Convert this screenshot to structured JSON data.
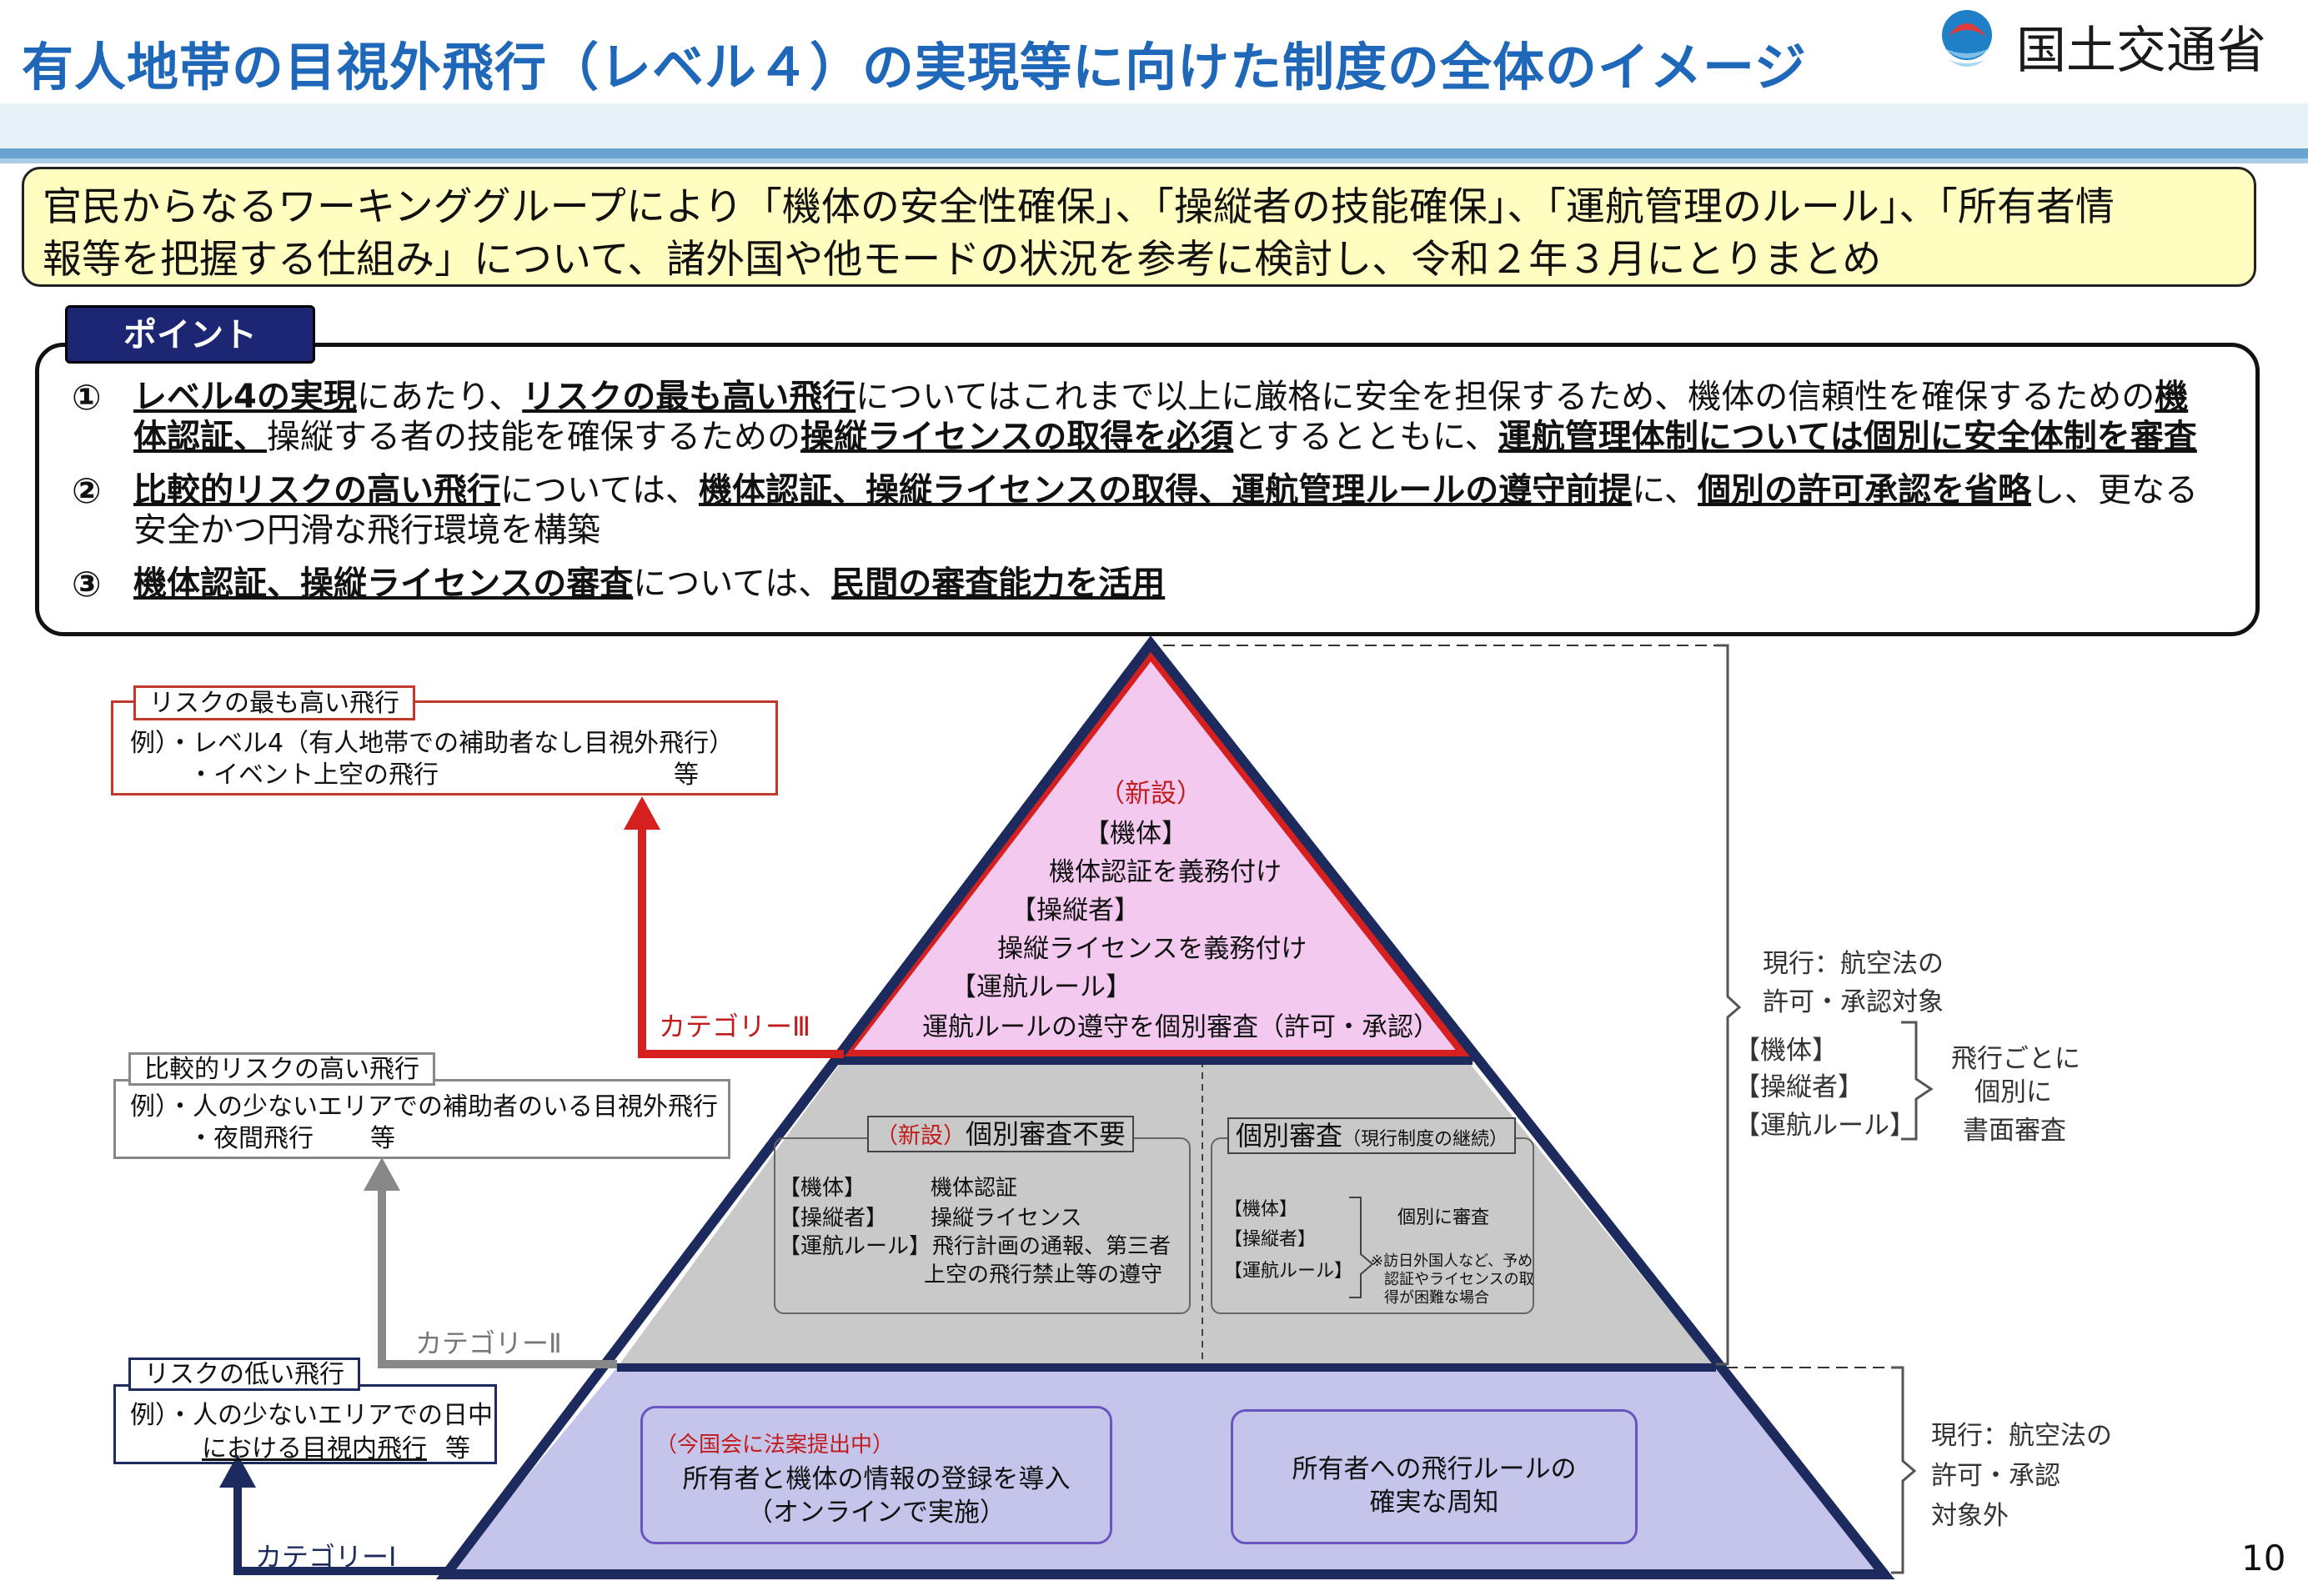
{
  "header": {
    "title": "有人地帯の目視外飛行（レベル４）の実現等に向けた制度の全体のイメージ",
    "logo_text": "国土交通省",
    "logo_icon": "mlit-logo-icon"
  },
  "summary": {
    "line1": "官民からなるワーキンググループにより「機体の安全性確保」、「操縦者の技能確保」、「運航管理のルール」、「所有者情",
    "line2": "報等を把握する仕組み」について、諸外国や他モードの状況を参考に検討し、令和２年３月にとりまとめ"
  },
  "points": {
    "tab_label": "ポイント",
    "items": [
      {
        "number": "①",
        "s1": "レベル4の実現",
        "s2": "にあたり、",
        "s3": "リスクの最も高い飛行",
        "s4": "についてはこれまで以上に厳格に安全を担保するため、機体の信頼性を確保するための",
        "s5": "機体認証、",
        "s6": "操縦する者の技能を確保するための",
        "s7": "操縦ライセンスの取得を必須",
        "s8": "とするとともに、",
        "s9": "運航管理体制については個別に安全体制を審査"
      },
      {
        "number": "②",
        "s1": "比較的リスクの高い飛行",
        "s2": "については、",
        "s3": "機体認証、操縦ライセンスの取得、運航管理ルールの遵守前提",
        "s4": "に、",
        "s5": "個別の許可承認を省略",
        "s6": "し、更なる安全かつ円滑な飛行環境を構築"
      },
      {
        "number": "③",
        "s1": "機体認証、操縦ライセンスの審査",
        "s2": "については、",
        "s3": "民間の審査能力を活用"
      }
    ]
  },
  "left_panels": {
    "high": {
      "title": "リスクの最も高い飛行",
      "line1": "例）・レベル4（有人地帯での補助者なし目視外飛行）",
      "line2": "・イベント上空の飛行",
      "line2_suffix": "等",
      "category": "カテゴリーⅢ"
    },
    "mid": {
      "title": "比較的リスクの高い飛行",
      "line1": "例）・人の少ないエリアでの補助者のいる目視外飛行",
      "line2": "・夜間飛行",
      "line2_suffix": "等",
      "category": "カテゴリーⅡ"
    },
    "low": {
      "title": "リスクの低い飛行",
      "line1": "例）・人の少ないエリアでの日中",
      "line2": "における目視内飛行",
      "line2_suffix": "等",
      "category": "カテゴリーⅠ"
    }
  },
  "pyramid": {
    "top": {
      "new_tag": "（新設）",
      "l1": "【機体】",
      "l2": "機体認証を義務付け",
      "l3": "【操縦者】",
      "l4": "操縦ライセンスを義務付け",
      "l5": "【運航ルール】",
      "l6": "運航ルールの遵守を個別審査（許可・承認）"
    },
    "middle_left": {
      "new_tag": "（新設）",
      "title": "個別審査不要",
      "r1k": "【機体】",
      "r1v": "機体認証",
      "r2k": "【操縦者】",
      "r2v": "操縦ライセンス",
      "r3k": "【運航ルール】",
      "r3v": "飛行計画の通報、第三者",
      "r3v2": "上空の飛行禁止等の遵守"
    },
    "middle_right": {
      "title": "個別審査",
      "title_note": "（現行制度の継続）",
      "k1": "【機体】",
      "k2": "【操縦者】",
      "k3": "【運航ルール】",
      "v1": "個別に審査",
      "note1": "※訪日外国人など、予め",
      "note2": "認証やライセンスの取",
      "note3": "得が困難な場合"
    },
    "bottom_left": {
      "tag": "（今国会に法案提出中）",
      "l1": "所有者と機体の情報の登録を導入",
      "l2": "（オンラインで実施）"
    },
    "bottom_right": {
      "l1": "所有者への飛行ルールの",
      "l2": "確実な周知"
    }
  },
  "right_notes": {
    "upper": {
      "l1": "現行：航空法の",
      "l2": "許可・承認対象",
      "k1": "【機体】",
      "k2": "【操縦者】",
      "k3": "【運航ルール】",
      "v1": "飛行ごとに",
      "v2": "個別に",
      "v3": "書面審査"
    },
    "lower": {
      "l1": "現行：航空法の",
      "l2": "許可・承認",
      "l3": "対象外"
    }
  },
  "page_number": "10",
  "colors": {
    "title": "#1f67b8",
    "navy": "#1c2a5e",
    "red": "#d62020",
    "pink": "#f3c9f0",
    "gray": "#c9c9c9",
    "lavender": "#c5c5ec",
    "summary_bg": "#fffec0"
  }
}
